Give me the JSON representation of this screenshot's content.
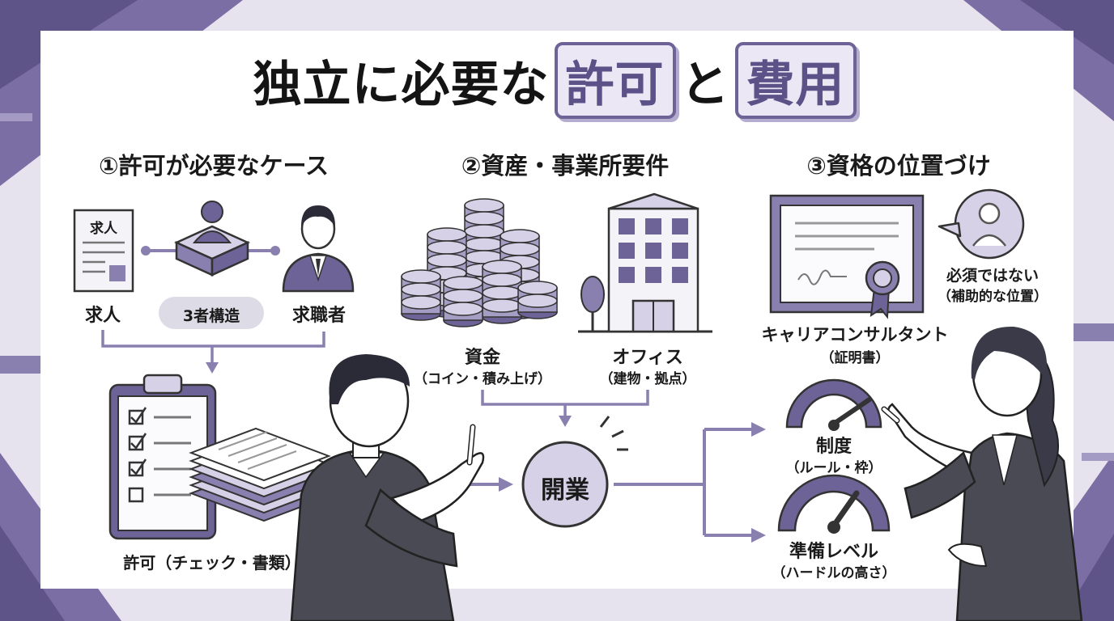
{
  "title": {
    "part1": "独立に必要な",
    "highlight1": "許可",
    "connector": "と",
    "highlight2": "費用"
  },
  "section1": {
    "heading": "①許可が必要なケース",
    "doc_label": "求人",
    "left_label": "求人",
    "center_label": "3者構造",
    "right_label": "求職者",
    "permit_label": "許可（チェック・書類）"
  },
  "section2": {
    "heading": "②資産・事業所要件",
    "funds_label": "資金",
    "funds_sub": "（コイン・積み上げ）",
    "office_label": "オフィス",
    "office_sub": "（建物・拠点）"
  },
  "center": {
    "open_label": "開業"
  },
  "section3": {
    "heading": "③資格の位置づけ",
    "bubble_label": "必須ではない",
    "bubble_sub": "（補助的な位置）",
    "cert_label": "キャリアコンサルタント",
    "cert_sub": "（証明書）",
    "gauge1_label": "制度",
    "gauge1_sub": "（ルール・枠）",
    "gauge2_label": "準備レベル",
    "gauge2_sub": "（ハードルの高さ）"
  },
  "colors": {
    "accent": "#6e6397",
    "accent_light": "#ebe7f4",
    "background": "#e7e3ee",
    "suit": "#4a4a55"
  },
  "icons": [
    "job-posting-document-icon",
    "employment-agency-person-icon",
    "job-seeker-icon",
    "clipboard-checklist-icon",
    "document-stack-icon",
    "coin-stack-icon",
    "office-building-icon",
    "tree-icon",
    "certificate-icon",
    "speech-bubble-person-icon",
    "gauge-icon",
    "man-in-suit-pointing",
    "woman-in-suit-pointing"
  ]
}
